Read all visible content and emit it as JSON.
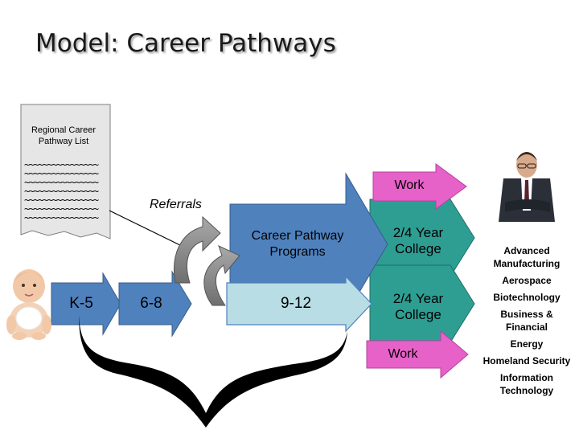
{
  "title": "Model:  Career Pathways",
  "career_list": {
    "title": "Regional Career Pathway List",
    "lines": [
      "~~~~~~~~~~~~~~~~",
      "~~~~~~~~~~~~~~~~",
      "~~~~~~~~~~~~~~~~",
      "~~~~~~~~~~~~~~~~",
      "~~~~~~~~~~~~~~~~",
      "~~~~~~~~~~~~~~~~",
      "~~~~~~~~~~~~~~~~"
    ]
  },
  "referrals": "Referrals",
  "work_top": "Work",
  "career_pathway_programs": "Career Pathway Programs",
  "college_upper": "2/4 Year College",
  "college_lower": "2/4 Year College",
  "grades": {
    "k5": "K-5",
    "g68": "6-8",
    "g912": "9-12"
  },
  "work_bottom": "Work",
  "industries": [
    "Advanced Manufacturing",
    "Aerospace",
    "Biotechnology",
    "Business & Financial",
    "Energy",
    "Homeland Security",
    "Information Technology"
  ],
  "colors": {
    "blue_arrow": "#4f81bd",
    "blue_border": "#385d8a",
    "pink_arrow": "#e661c8",
    "teal_arrow": "#2e9e93",
    "light_blue": "#b8dde4",
    "grey_arrow": "#808080",
    "list_bg": "#e6e6e6"
  },
  "icons": [
    "document-icon",
    "curved-arrow-icon",
    "brace-icon",
    "baby-photo",
    "businessman-photo"
  ]
}
